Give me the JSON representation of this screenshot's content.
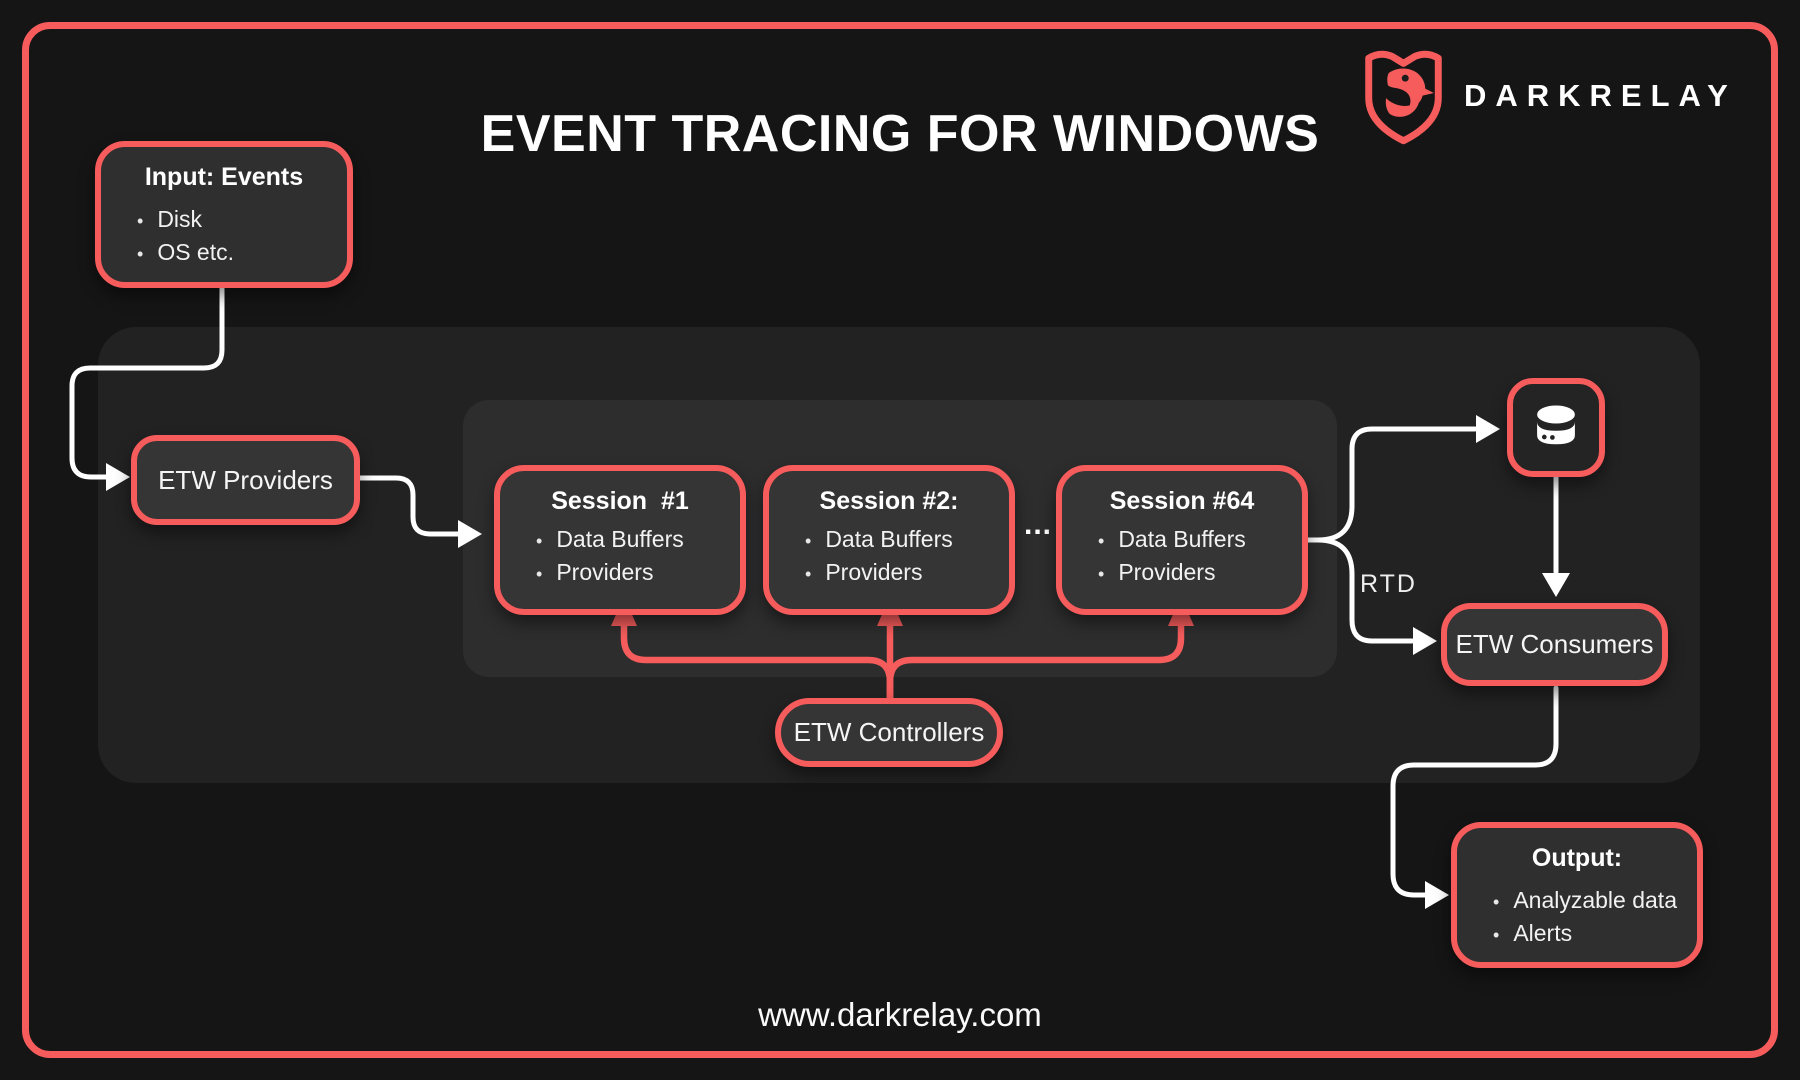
{
  "page": {
    "title": "EVENT TRACING FOR WINDOWS",
    "website": "www.darkrelay.com",
    "background_color": "#151515",
    "accent_color": "#f65c5c",
    "arrow_color": "#ffffff"
  },
  "brand": {
    "name": "DARKRELAY",
    "logo_icon": "shield-eagle-icon",
    "logo_color": "#f65c5c"
  },
  "glyphs": {
    "bullet": "•",
    "ellipsis": "..."
  },
  "labels": {
    "rtd": "RTD"
  },
  "nodes": {
    "input": {
      "title": "Input: Events",
      "bullets": [
        "Disk",
        "OS etc."
      ]
    },
    "providers": {
      "label": "ETW Providers"
    },
    "sessions": [
      {
        "title": "Session  #1",
        "bullets": [
          "Data Buffers",
          "Providers"
        ]
      },
      {
        "title": "Session #2:",
        "bullets": [
          "Data Buffers",
          "Providers"
        ]
      },
      {
        "title": "Session #64",
        "bullets": [
          "Data Buffers",
          "Providers"
        ]
      }
    ],
    "controllers": {
      "label": "ETW Controllers"
    },
    "datastore": {
      "icon": "database-icon"
    },
    "consumers": {
      "label": "ETW Consumers"
    },
    "output": {
      "title": "Output:",
      "bullets": [
        "Analyzable data",
        "Alerts"
      ]
    }
  }
}
